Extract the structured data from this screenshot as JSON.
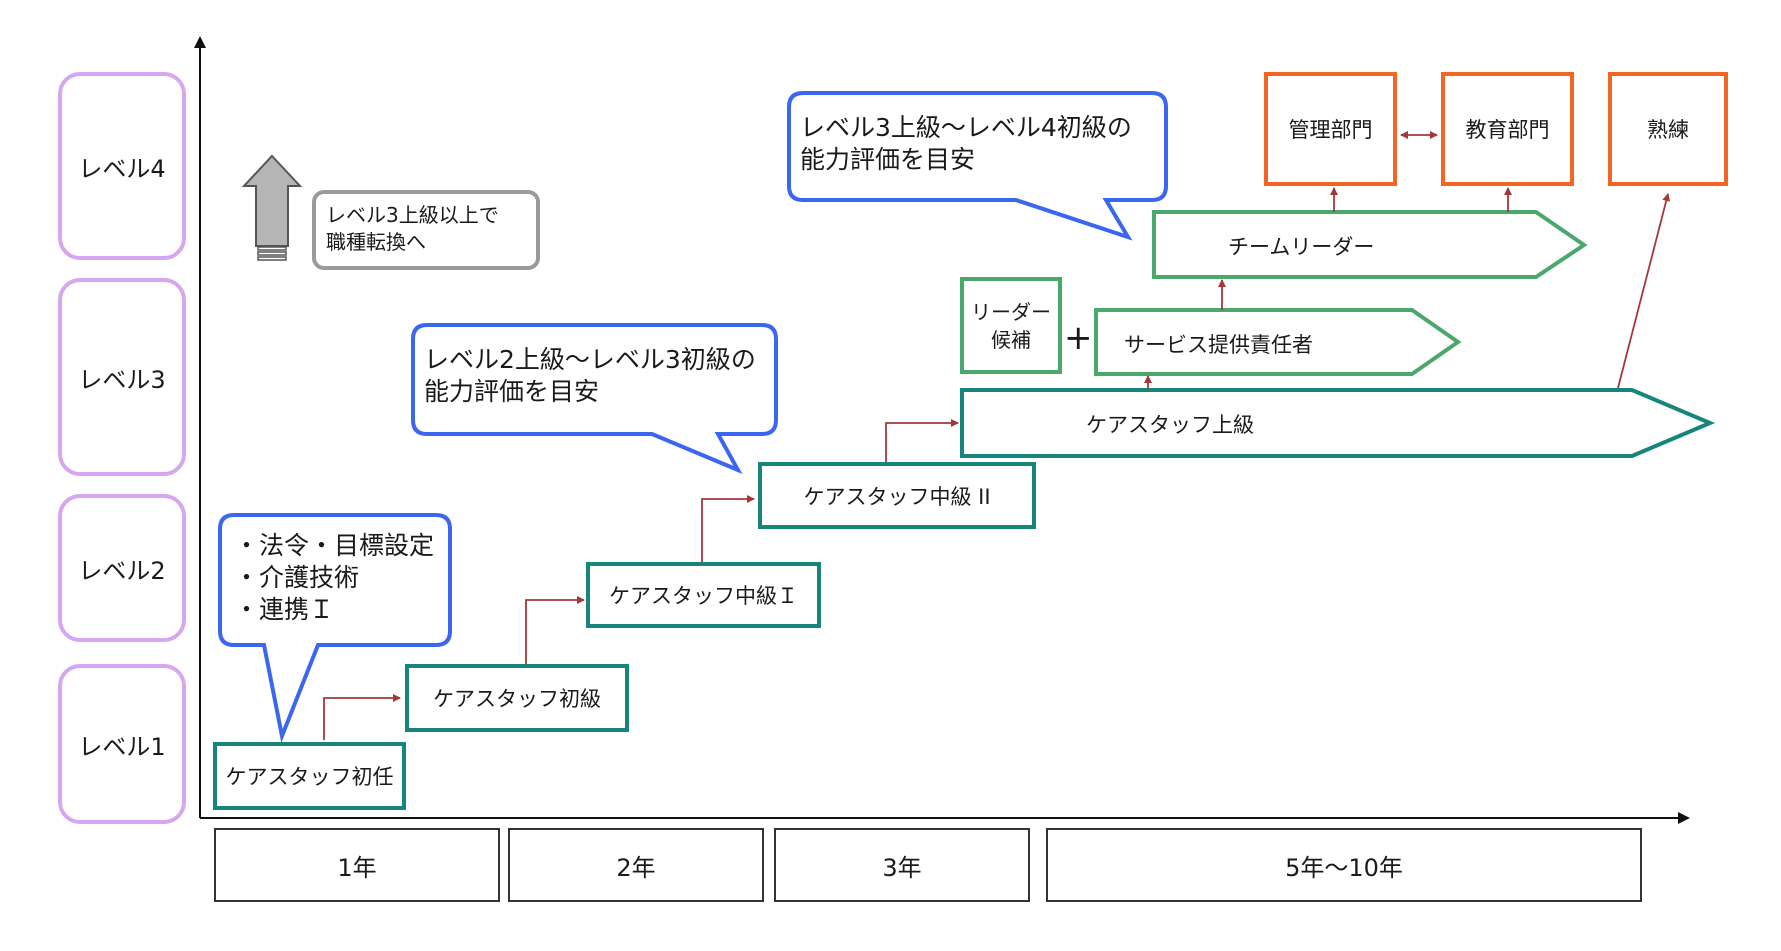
{
  "levels": [
    "レベル4",
    "レベル3",
    "レベル2",
    "レベル1"
  ],
  "years": [
    "1年",
    "2年",
    "3年",
    "5年〜10年"
  ],
  "steps": {
    "shonin": "ケアスタッフ初任",
    "shokyu": "ケアスタッフ初級",
    "chukyu1": "ケアスタッフ中級Ｉ",
    "chukyu2": "ケアスタッフ中級 II",
    "jokyu": "ケアスタッフ上級",
    "service": "サービス提供責任者",
    "team_leader": "チームリーダー",
    "leader_candidate": "リーダー\n候補",
    "plus": "+"
  },
  "destinations": {
    "management": "管理部門",
    "education": "教育部門",
    "expert": "熟練"
  },
  "callouts": {
    "level1_topics": "・法令・目標設定\n・介護技術\n・連携Ｉ",
    "level2_3": "レベル2上級〜レベル3初級の\n能力評価を目安",
    "level3_4": "レベル3上級〜レベル4初級の\n能力評価を目安",
    "transfer_note": "レベル3上級以上で\n職種転換へ"
  },
  "colors": {
    "level_border": "#d6a6ee",
    "step_border": "#17857c",
    "green_border": "#4aa86a",
    "orange_border": "#f26522",
    "callout_border": "#3a66f0",
    "arrow": "#a4373a"
  }
}
